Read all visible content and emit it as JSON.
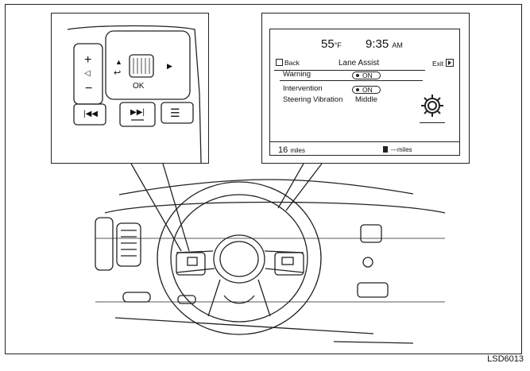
{
  "figure": {
    "caption": "LSD6013"
  },
  "switches": {
    "volume_up": "+",
    "volume_down": "−",
    "volume_icon": "speaker-icon",
    "back_icon": "return-arrow-icon",
    "up_icon": "triangle-up-icon",
    "next_icon": "triangle-right-icon",
    "ok_label": "OK",
    "prev_track_icon": "skip-back-icon",
    "next_track_icon": "skip-forward-icon",
    "menu_icon": "list-icon"
  },
  "display": {
    "temperature": "55",
    "temperature_unit": "°F",
    "time": "9:35",
    "time_suffix": "AM",
    "back_label": "Back",
    "title": "Lane Assist",
    "exit_label": "Exit",
    "rows": {
      "warning": {
        "label": "Warning",
        "value": "ON"
      },
      "intervention": {
        "label": "Intervention",
        "value": "ON"
      },
      "steering_vibration": {
        "label": "Steering Vibration",
        "value": "Middle"
      }
    },
    "settings_icon": "gear-icon",
    "distance": "16",
    "distance_unit": "miles",
    "range": "---miles",
    "fuel_icon": "fuel-pump-icon"
  }
}
